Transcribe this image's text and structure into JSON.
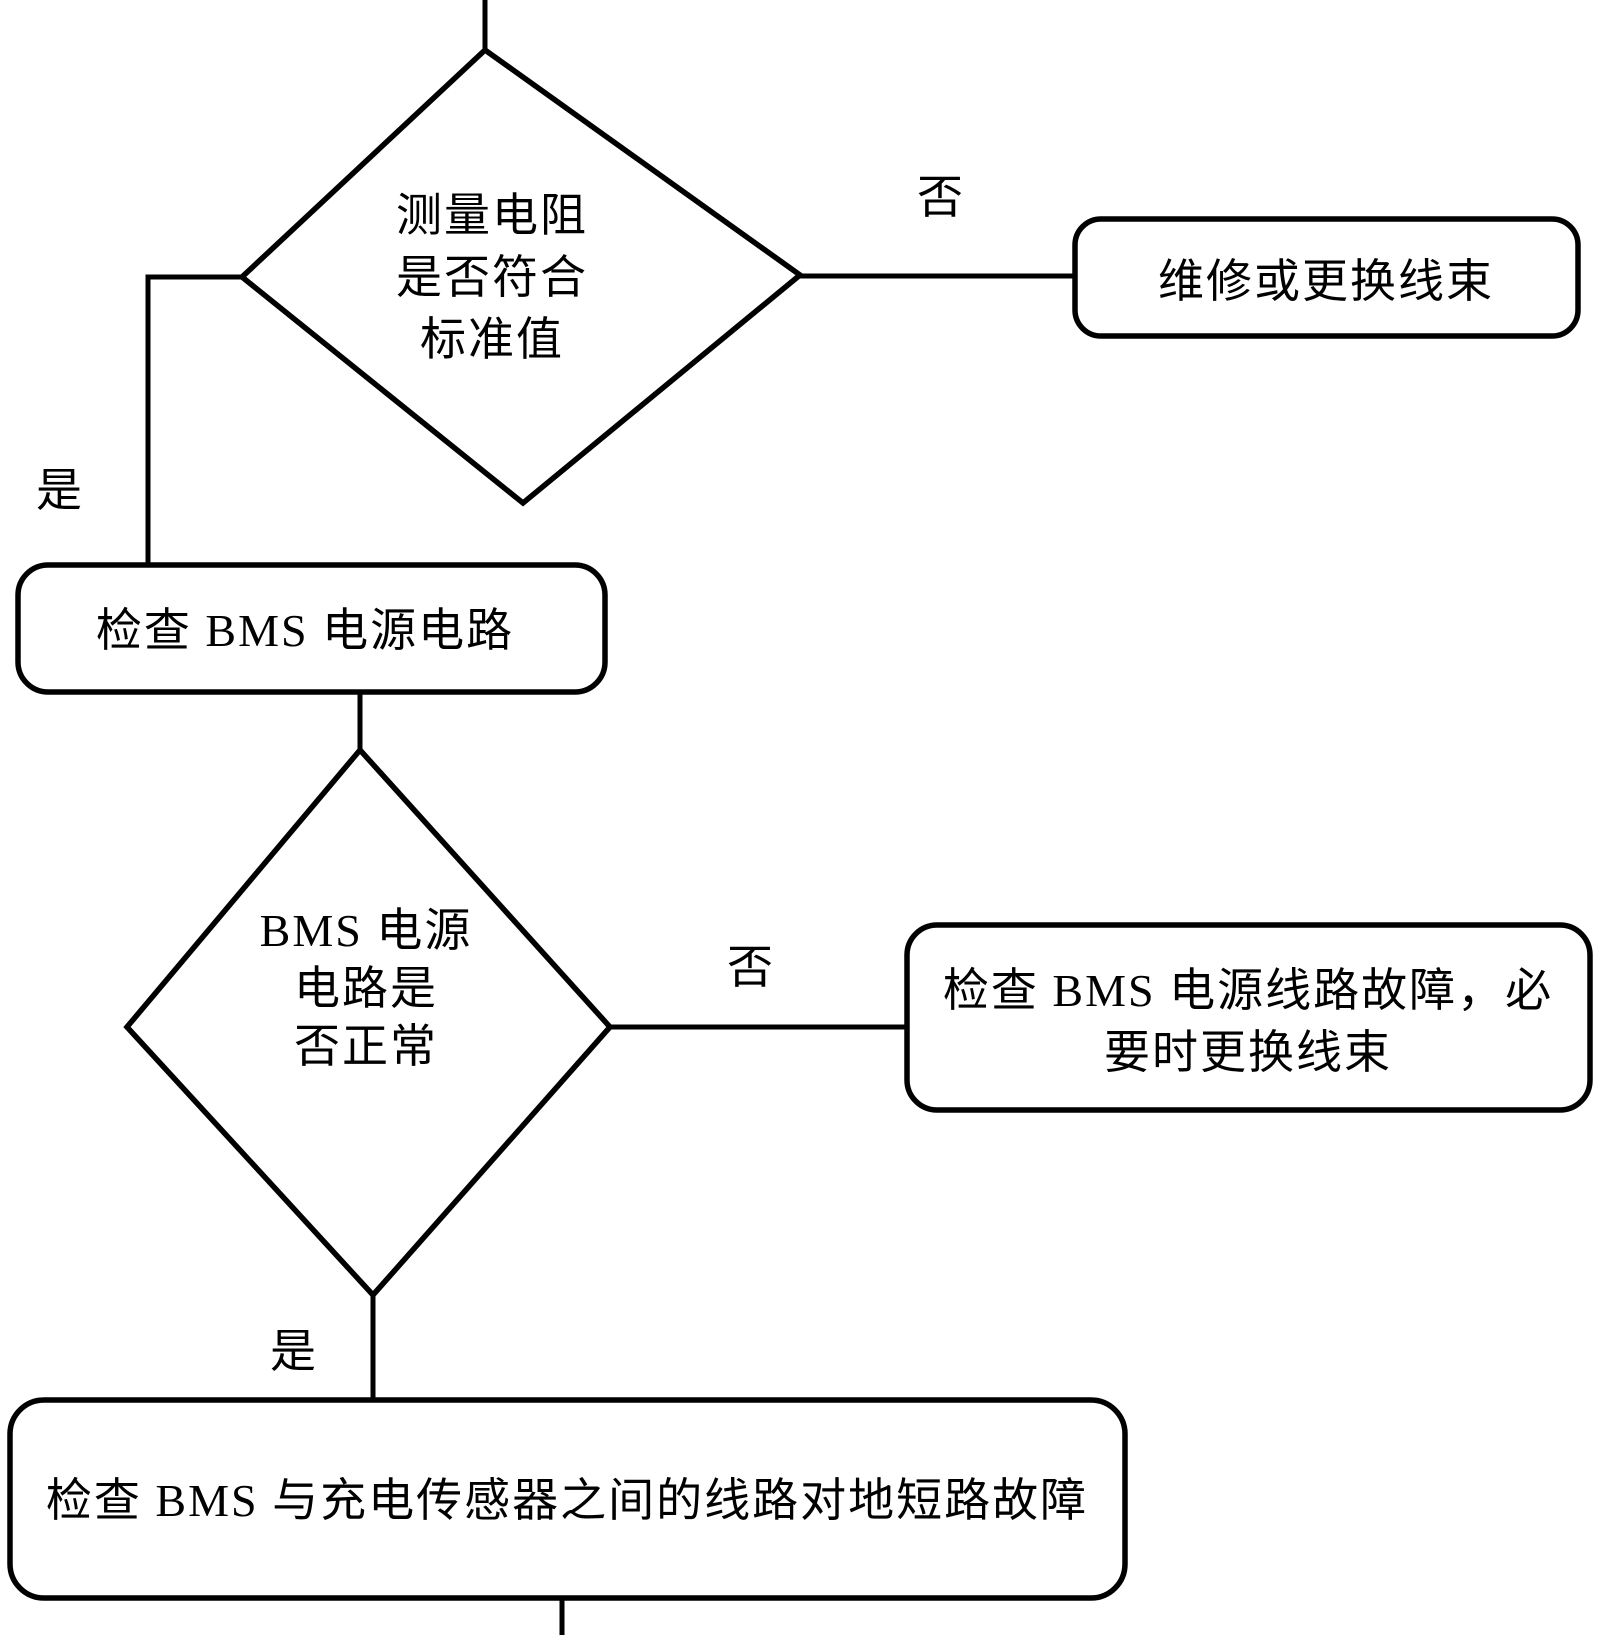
{
  "flowchart": {
    "colors": {
      "stroke": "#000000",
      "background": "#ffffff",
      "text": "#000000"
    },
    "decision_measure_resistance": {
      "lines": [
        "测量电阻",
        "是否符合",
        "标准值"
      ]
    },
    "process_repair_harness": {
      "label": "维修或更换线束"
    },
    "process_check_bms_power": {
      "label": "检查 BMS 电源电路"
    },
    "decision_bms_power_ok": {
      "lines": [
        "BMS 电源",
        "电路是",
        "否正常"
      ]
    },
    "process_check_power_line_fault": {
      "lines": [
        "检查 BMS 电源线路故障，必",
        "要时更换线束"
      ]
    },
    "process_check_short_to_ground": {
      "label": "检查 BMS 与充电传感器之间的线路对地短路故障"
    },
    "branch_labels": {
      "no1": "否",
      "yes1": "是",
      "no2": "否",
      "yes2": "是"
    }
  }
}
